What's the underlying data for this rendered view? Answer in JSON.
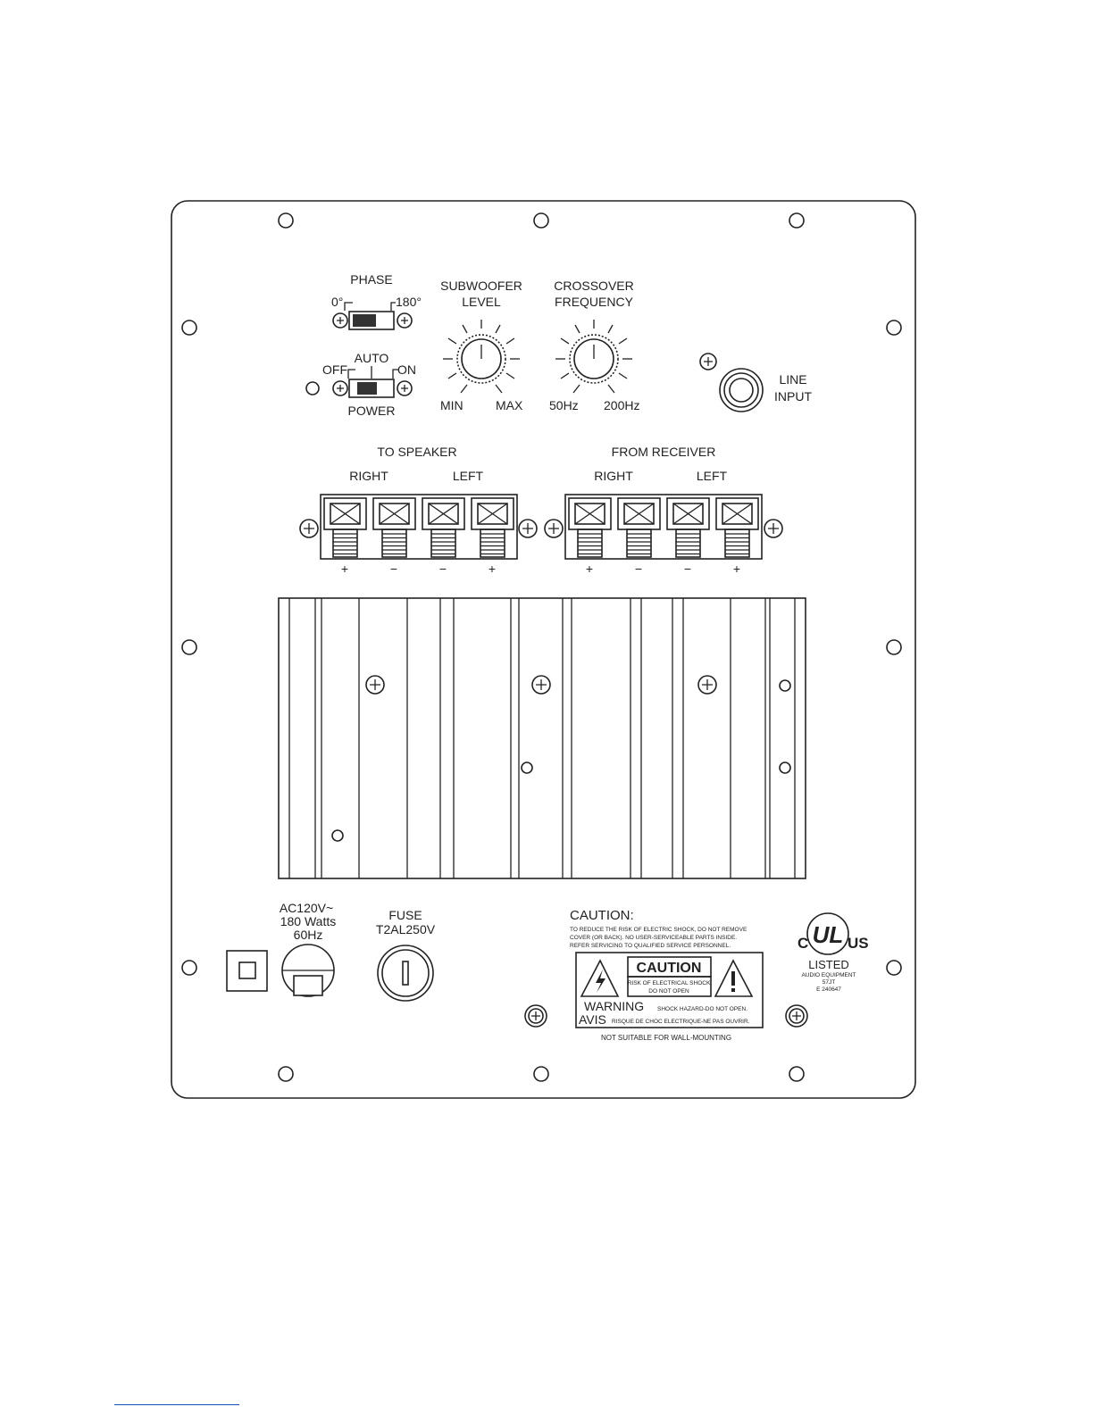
{
  "phase": {
    "title": "PHASE",
    "left": "0°",
    "right": "180°"
  },
  "power": {
    "auto": "AUTO",
    "off": "OFF",
    "on": "ON",
    "title": "POWER"
  },
  "subwoofer_level": {
    "title_line1": "SUBWOOFER",
    "title_line2": "LEVEL",
    "min": "MIN",
    "max": "MAX"
  },
  "crossover": {
    "title_line1": "CROSSOVER",
    "title_line2": "FREQUENCY",
    "min": "50Hz",
    "max": "200Hz"
  },
  "line_input": {
    "line1": "LINE",
    "line2": "INPUT"
  },
  "to_speaker": {
    "title": "TO SPEAKER",
    "right": "RIGHT",
    "left": "LEFT",
    "polarity": [
      "+",
      "−",
      "−",
      "+"
    ]
  },
  "from_receiver": {
    "title": "FROM RECEIVER",
    "right": "RIGHT",
    "left": "LEFT",
    "polarity": [
      "+",
      "−",
      "−",
      "+"
    ]
  },
  "power_rating": {
    "line1": "AC120V~",
    "line2": "180 Watts",
    "line3": "60Hz"
  },
  "fuse": {
    "title": "FUSE",
    "rating": "T2AL250V"
  },
  "caution": {
    "heading": "CAUTION:",
    "line1": "TO REDUCE THE RISK OF ELECTRIC SHOCK, DO NOT REMOVE",
    "line2": "COVER (OR BACK). NO USER-SERVICEABLE PARTS INSIDE.",
    "line3": "REFER SERVICING TO QUALIFIED SERVICE PERSONNEL.",
    "box_title": "CAUTION",
    "box_sub1": "RISK OF ELECTRICAL SHOCK",
    "box_sub2": "DO NOT OPEN",
    "warning": "WARNING",
    "warning_text": "SHOCK HAZARD-DO NOT OPEN.",
    "avis": "AVIS",
    "avis_text": "RISQUE DE CHOC ELECTRIQUE-NE PAS OUVRIR.",
    "footer": "NOT SUITABLE FOR WALL-MOUNTING"
  },
  "ul_mark": {
    "c": "C",
    "ul": "UL",
    "us": "US",
    "listed": "LISTED",
    "line1": "AUDIO EQUIPMENT",
    "line2": "57JT",
    "line3": "E 240647"
  }
}
